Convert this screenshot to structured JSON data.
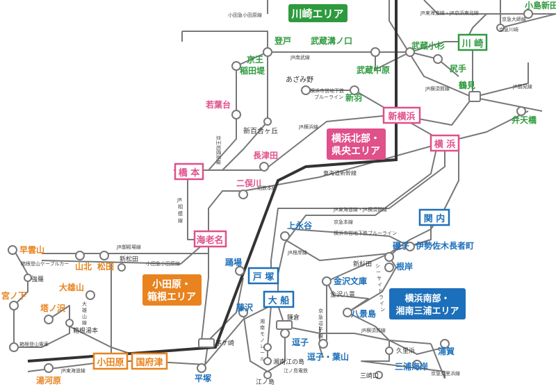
{
  "colors": {
    "green": "#2e9a3e",
    "pink": "#e0508a",
    "orange": "#e8831f",
    "blue": "#1c6fba",
    "line": "#777777",
    "shinkansen": "#333333"
  },
  "areas": {
    "kawasaki": "川崎エリア",
    "yokohama_north": [
      "横浜北部・",
      "県央エリア"
    ],
    "odawara": [
      "小田原・",
      "箱根エリア"
    ],
    "yokohama_south": [
      "横浜南部・",
      "湘南三浦エリア"
    ]
  },
  "stations": {
    "odoriko": "登戸",
    "musashi_mizonokuchi": "武蔵溝ノ口",
    "musashi_kosugi": "武蔵小杉",
    "kawasaki": "川 崎",
    "keio_inadazutsumi": [
      "京王",
      "稲田堤"
    ],
    "musashi_nakahara": "武蔵中原",
    "shiriate": "尻手",
    "kojima_shinden": "小島新田",
    "aobadai": "あざみ野",
    "nippa": "新羽",
    "tsurumi": "鶴見",
    "wakabadai": "若葉台",
    "shin_yurigaoka": "新百合ヶ丘",
    "shin_yokohama": "新横浜",
    "benten": "弁天橋",
    "nagatsuta": "長津田",
    "hashimoto": "橋 本",
    "yokohama": "横 浜",
    "futamatagawa": "二俣川",
    "ebina": "海老名",
    "kannai": "関 内",
    "kaminagaya": "上永谷",
    "isogo": "磯子",
    "isezaki": "伊勢佐木長者町",
    "negishi": "根岸",
    "shinsugita": "新杉田",
    "hakone_yumoto": "早雲山",
    "yamakita": "山北",
    "matsuda": "松田",
    "shinmatsuda": "新松田",
    "odakyu_enoshima": "踊場",
    "totsuka": "戸 塚",
    "kanazawa_bunko": "金沢文庫",
    "gora": "強羅",
    "miyanoshita": "宮ノ下",
    "oyama": "大雄山",
    "tonosawa": "塔ノ沢",
    "hakone_yumoto2": "箱根湯本",
    "ofuna": "大 船",
    "kanazawa_hakkei": "金沢八景",
    "hakkeijima": "八景島",
    "fujisawa": "藤沢",
    "kamakura": "鎌倉",
    "zushi": "逗子",
    "zushi_hayama": "逗子・葉山",
    "chigasaki": "茅ケ崎",
    "shonan_enoshima": "湘南江の島",
    "enoshima": "江ノ島",
    "kurihama": "久里浜",
    "uraga": "浦賀",
    "misakiguchi": "三崎口",
    "miura_kaigan": "三浦海岸",
    "odawara": "小田原",
    "kozu": "国府津",
    "yugawara": "湯河原",
    "hiratsuka": "平塚"
  },
  "line_labels": {
    "odakyu_odawara_top": "小田急小田原線",
    "jr_tokaido_keihin": "JR東海道線・JR京浜東北線",
    "keikyu_daishi": "京急大師線",
    "keikyu_kawasaki": "京急川崎",
    "jr_nambu": "JR南武線",
    "subway_blue_north": [
      "横浜市営地下鉄",
      "ブルーライン"
    ],
    "jr_yokosuka_top": "JR横須賀線",
    "jr_tsurumi": "JR鶴見線",
    "jr_yokohama": "JR横浜線",
    "keio_sagamihara": "京王相模原線",
    "tokaido_shinkansen": "東海道新幹線",
    "sotetsu": "相鉄本線",
    "jr_sagami": [
      "JR",
      "相",
      "模",
      "線"
    ],
    "jr_tokaido_yokosuka": "JR東海道線・JR横須賀線",
    "keikyu_main": "京急本線",
    "subway_blue_south": "横浜市営地下鉄ブルーライン",
    "jr_negishi": "JR根岸線",
    "seaside": [
      "シ",
      "ー",
      "サ",
      "イ",
      "ド",
      "ラ",
      "イ",
      "ン"
    ],
    "ropeway": "箱根登山ケーブルカー",
    "daiyuzan": [
      "大",
      "雄",
      "山",
      "線"
    ],
    "hakone_tozan": "箱根登山電車",
    "jr_gotemba": "JR御殿場線",
    "odakyu_odawara_mid": "小田急小田原線",
    "keikyu_zushi": [
      "京",
      "急",
      "逗",
      "子",
      "線"
    ],
    "jr_yokosuka_bottom": "JR横須賀線",
    "shonan_monorail": [
      "湘",
      "南",
      "モ",
      "ノ",
      "レ",
      "ー",
      "ル"
    ],
    "enoden": "江ノ島電鉄",
    "jr_tokaido_bottom": "JR東海道線",
    "keikyu_kurihama": "京急久里浜線"
  }
}
